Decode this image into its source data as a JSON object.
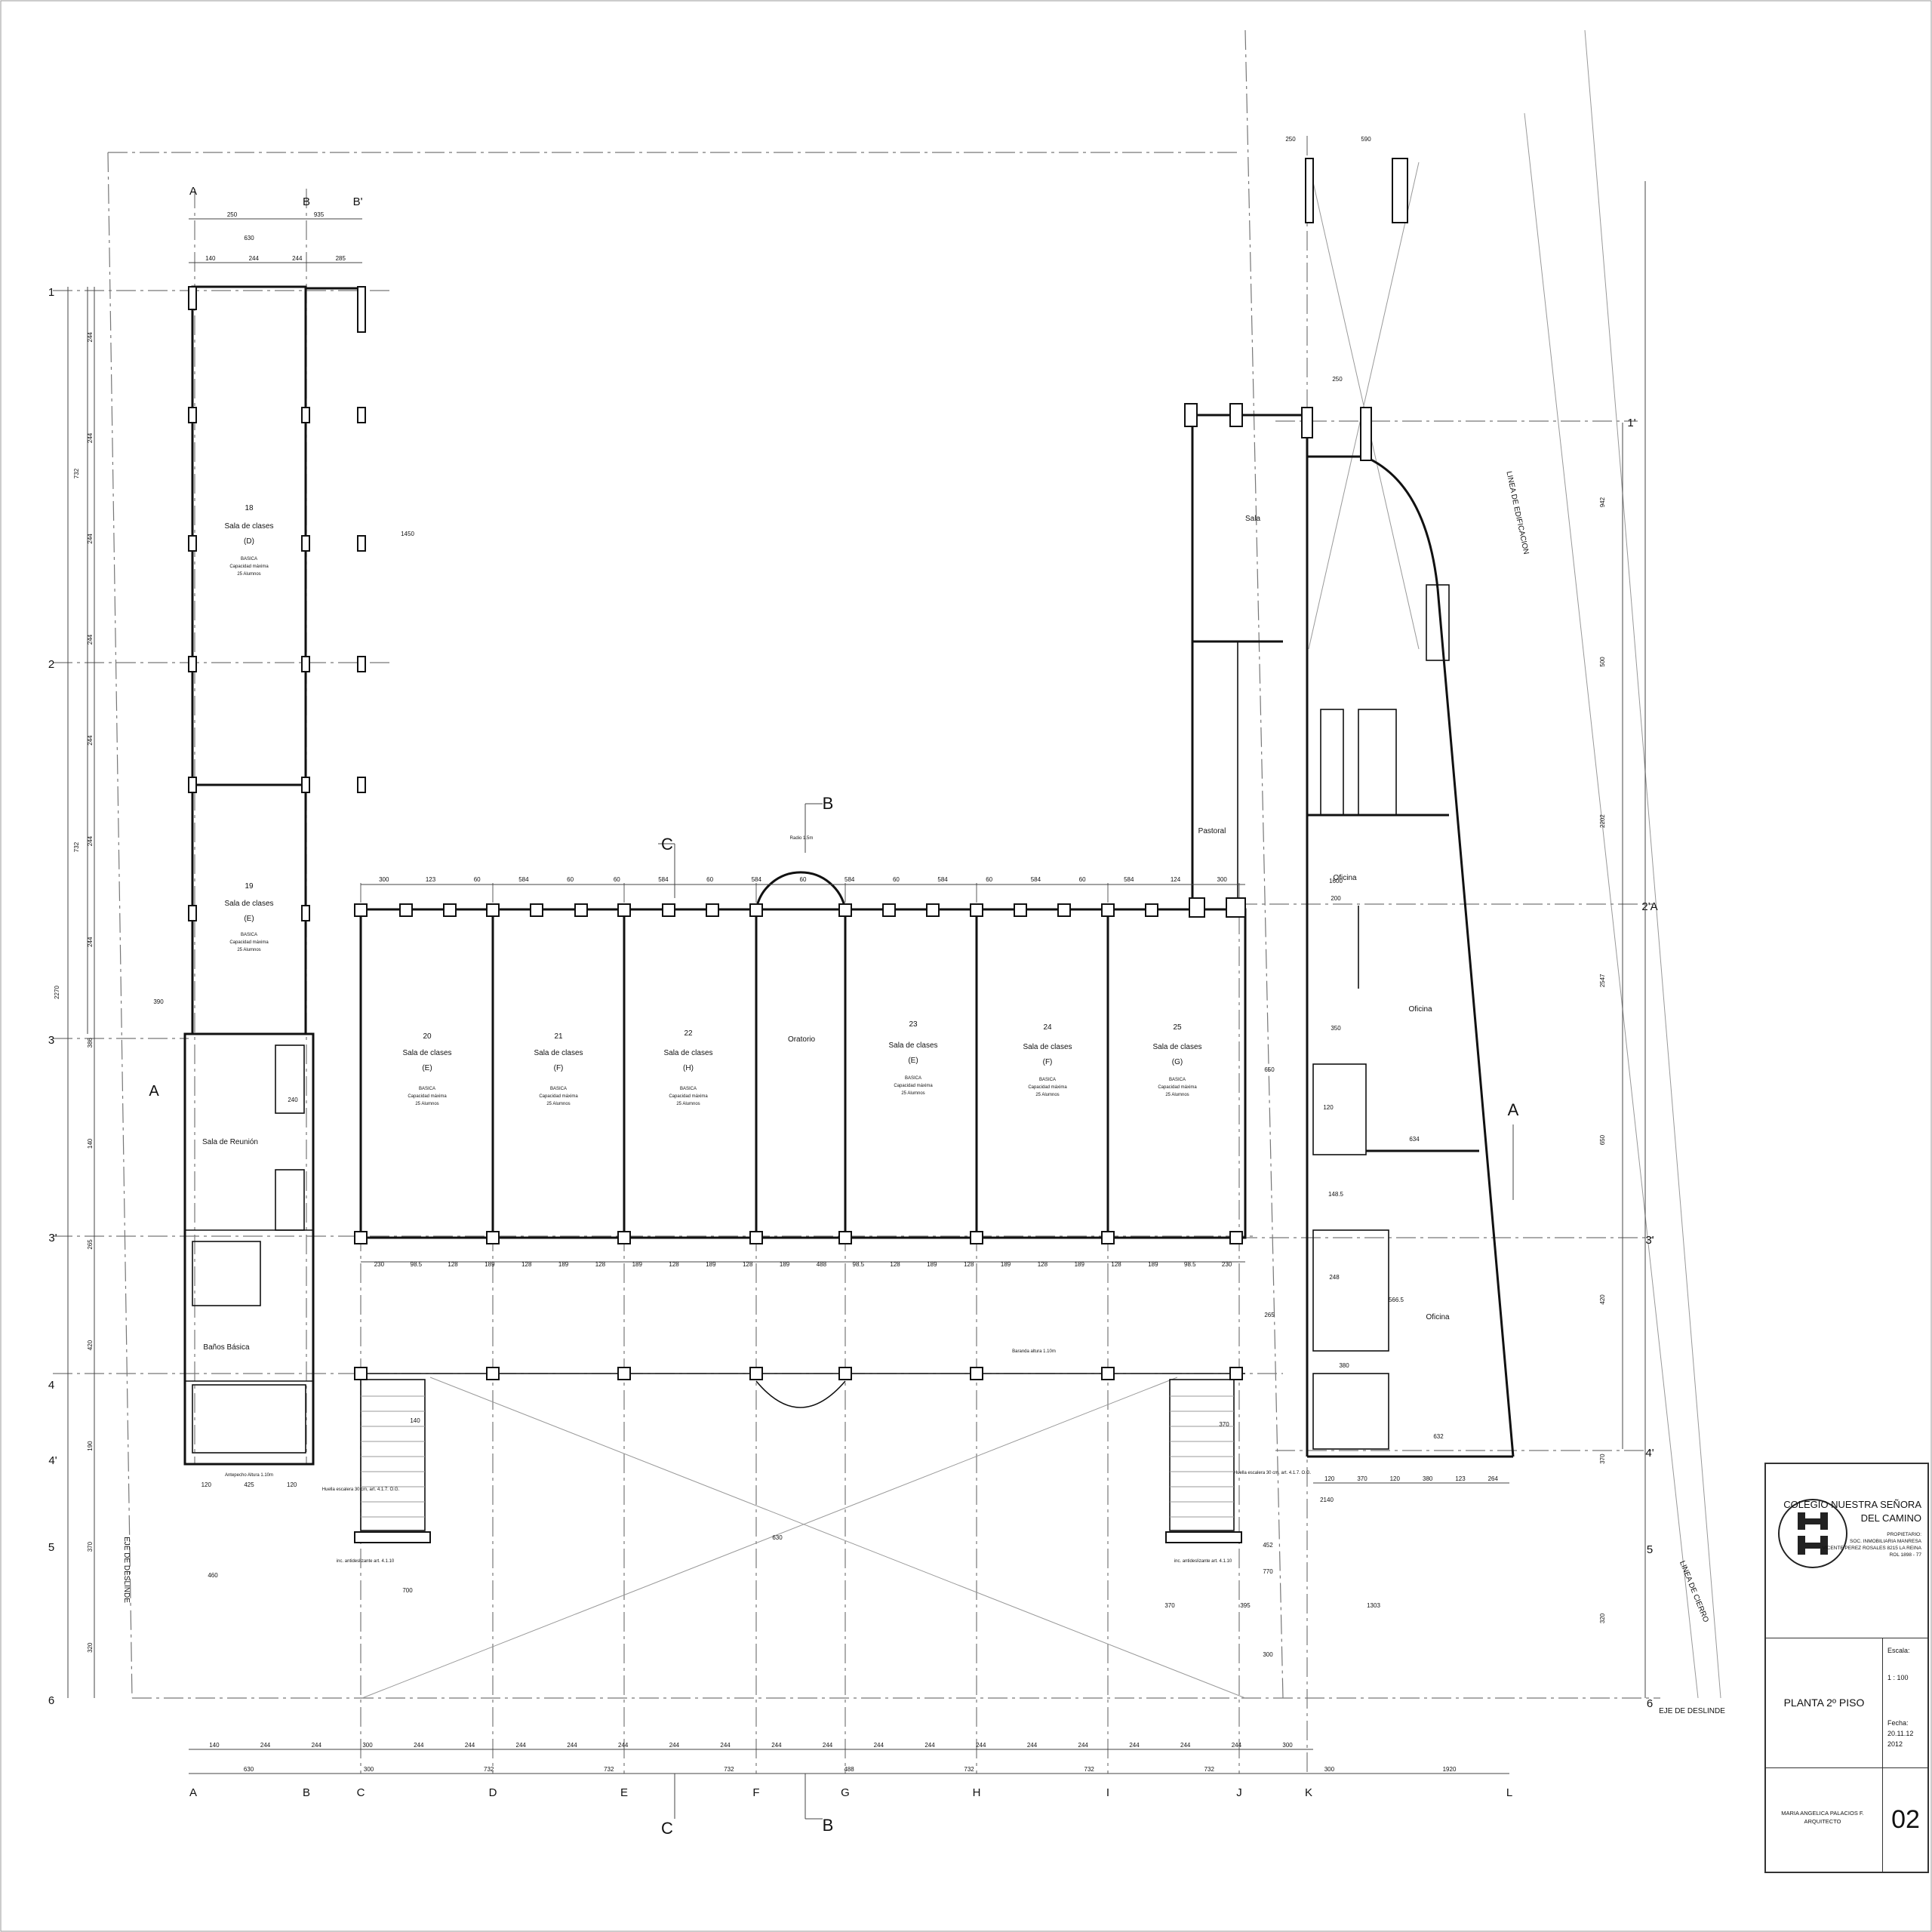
{
  "axes_top": [
    "A",
    "B",
    "B'"
  ],
  "axes_bottom": [
    "A",
    "B",
    "C",
    "D",
    "E",
    "F",
    "G",
    "H",
    "I",
    "J",
    "K",
    "L"
  ],
  "axes_left": [
    "1",
    "2",
    "3",
    "A",
    "3'",
    "4",
    "4'",
    "5",
    "6"
  ],
  "axes_right": [
    "1'",
    "2'A",
    "3'",
    "4'",
    "5",
    "6"
  ],
  "section_marks": {
    "b_top": "B",
    "c_top": "C",
    "b_bottom": "B",
    "c_bottom": "C",
    "a_right": "A"
  },
  "rooms": {
    "r18": {
      "num": "18",
      "name": "Sala de clases",
      "grade": "(D)"
    },
    "r19": {
      "num": "19",
      "name": "Sala de clases",
      "grade": "(E)"
    },
    "r20": {
      "num": "20",
      "name": "Sala de clases",
      "grade": "(E)"
    },
    "r21": {
      "num": "21",
      "name": "Sala de clases",
      "grade": "(F)"
    },
    "r22": {
      "num": "22",
      "name": "Sala de clases",
      "grade": "(H)"
    },
    "r23": {
      "num": "23",
      "name": "Sala de clases",
      "grade": "(E)"
    },
    "r24": {
      "num": "24",
      "name": "Sala de clases",
      "grade": "(F)"
    },
    "r25": {
      "num": "25",
      "name": "Sala de clases",
      "grade": "(G)"
    },
    "basica": "BASICA",
    "capacity": "Capacidad máxima",
    "students": "25 Alumnos",
    "oratorio": "Oratorio",
    "reunion": "Sala de Reunión",
    "banos": "Baños Básica",
    "sala": "Sala",
    "pastoral": "Pastoral",
    "oficina": "Oficina"
  },
  "notes": {
    "eje_left": "EJE DE DESLINDE",
    "eje_bottom": "EJE DE DESLINDE",
    "linea_edificacion": "LINEA DE EDIFICACION",
    "linea_cierro": "LINEA DE CIERRO",
    "baranda": "Baranda altura 1.10m",
    "radio": "Radio 1.5m",
    "antepecho": "Antepecho Altura 1.10m",
    "pelda_left": "Huella escalera 30 cm, art. 4.1.7. O.G.",
    "pelda_right": "Huella escalera 30 cm, art. 4.1.7. O.G.",
    "antideslizante_left": "inc. antideslizante art. 4.1.10",
    "antideslizante_right": "inc. antideslizante art. 4.1.10"
  },
  "dims": {
    "top_row1": [
      "250",
      "935"
    ],
    "top_row1b": "630",
    "top_row2": [
      "140",
      "244",
      "244",
      "285"
    ],
    "top_right": [
      "250",
      "590"
    ],
    "top_right2": "250",
    "bottom_row1": [
      "140",
      "244",
      "244",
      "300",
      "244",
      "244",
      "244",
      "244",
      "244",
      "244",
      "244",
      "244",
      "244",
      "244",
      "244",
      "244",
      "244",
      "244",
      "244",
      "244",
      "244",
      "300"
    ],
    "bottom_row2": [
      "630",
      "300",
      "732",
      "732",
      "732",
      "488",
      "732",
      "732",
      "732",
      "300",
      "1920"
    ],
    "left_outer": [
      "2270"
    ],
    "left_mid": [
      "732",
      "732"
    ],
    "left_inner": [
      "244",
      "244",
      "244",
      "244",
      "244",
      "244",
      "244",
      "386",
      "140",
      "265",
      "420",
      "190",
      "370",
      "320"
    ],
    "right_outer": [
      "942",
      "500",
      "2202",
      "2547",
      "650",
      "420",
      "370",
      "320"
    ],
    "right_misc": [
      "1450",
      "650",
      "390",
      "265",
      "630",
      "452",
      "770",
      "370",
      "395",
      "300",
      "1303",
      "2140",
      "700",
      "460"
    ],
    "corridor_top": [
      "300",
      "123",
      "60",
      "584",
      "60",
      "60",
      "584",
      "60",
      "584",
      "60",
      "584",
      "60",
      "584",
      "60",
      "584",
      "60",
      "584",
      "124",
      "300"
    ],
    "corridor_bottom": [
      "230",
      "98.5",
      "128",
      "189",
      "128",
      "189",
      "128",
      "189",
      "128",
      "189",
      "128",
      "189",
      "488",
      "98.5",
      "128",
      "189",
      "128",
      "189",
      "128",
      "189",
      "128",
      "189",
      "98.5",
      "230"
    ],
    "annex_bottom": [
      "120",
      "370",
      "120",
      "380",
      "123",
      "264"
    ],
    "left_bottom": [
      "120",
      "425",
      "120"
    ],
    "misc": [
      "1600",
      "350",
      "140",
      "370",
      "240",
      "148.5",
      "634",
      "566.5",
      "632",
      "120",
      "200",
      "248",
      "380"
    ]
  },
  "title_block": {
    "school_line1": "COLEGIO NUESTRA SEÑORA",
    "school_line2": "DEL CAMINO",
    "owner_label": "PROPIETARIO:",
    "owner1": "SOC. INMOBILIARIA MANRESA",
    "owner2": "VICENTE PEREZ ROSALES 8215 LA REINA",
    "owner3": "ROL 1898 - 77",
    "escala_label": "Escala:",
    "escala_value": "1 : 100",
    "plan_title": "PLANTA 2º PISO",
    "fecha_label": "Fecha:",
    "fecha_value1": "20.11.12",
    "fecha_value2": "2012",
    "architect1": "MARIA ANGELICA PALACIOS F.",
    "architect2": "ARQUITECTO",
    "sheet_no": "02"
  }
}
